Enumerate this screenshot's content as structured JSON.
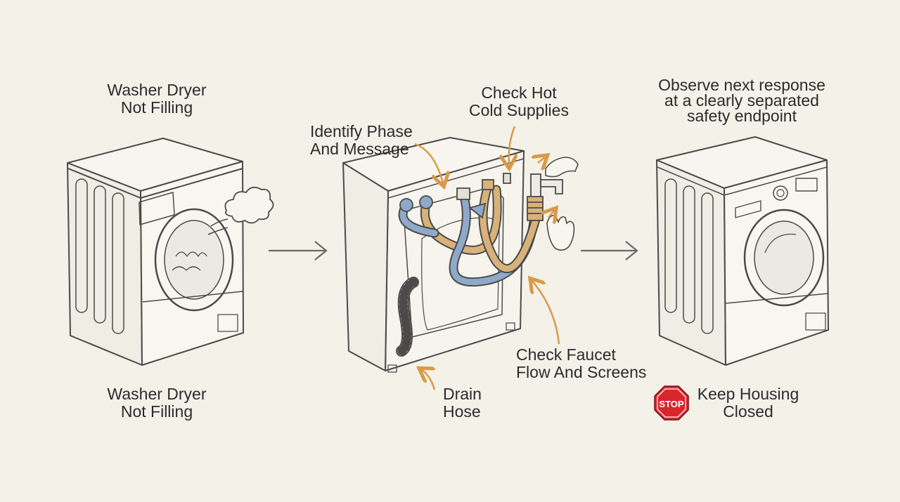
{
  "panels": {
    "left": {
      "top_title": [
        "Washer Dryer",
        "Not Filling"
      ],
      "bottom_title": [
        "Washer Dryer",
        "Not Filling"
      ]
    },
    "middle": {
      "callouts": {
        "identify": [
          "Identify Phase",
          "And Message"
        ],
        "supplies": [
          "Check Hot",
          "Cold Supplies"
        ],
        "faucet": [
          "Check Faucet",
          "Flow And Screens"
        ],
        "drain": [
          "Drain",
          "Hose"
        ]
      }
    },
    "right": {
      "top_title": [
        "Observe next response",
        "at a clearly separated",
        "safety endpoint"
      ],
      "stop_sign_text": "STOP",
      "bottom_title": [
        "Keep Housing",
        "Closed"
      ]
    }
  },
  "colors": {
    "background": "#f3f1e8",
    "ink": "#4a4a4a",
    "hot_hose": "#d8b27a",
    "cold_hose": "#8fa9c9",
    "arrow_orange": "#d89a4a",
    "stop_red": "#d9262c"
  },
  "icons": [
    "steam-cloud-icon",
    "right-arrow-icon",
    "faucet-icon",
    "hand-icon",
    "stop-sign-icon"
  ]
}
